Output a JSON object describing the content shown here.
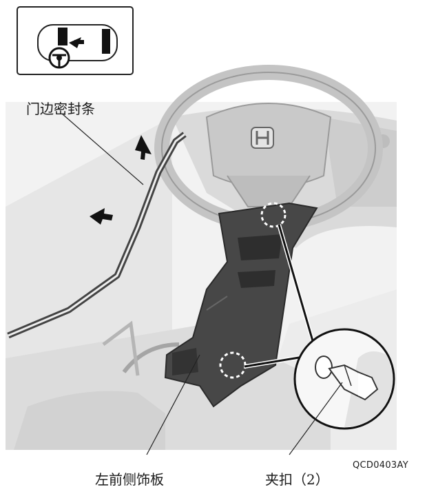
{
  "labels": {
    "door_seal": "门边密封条",
    "left_front_side_trim": "左前侧饰板",
    "clip": "夹扣（2）",
    "figure_code": "QCD0403AY"
  },
  "icons": [
    "vehicle-location-icon",
    "steering-wheel-icon",
    "honda-logo-icon",
    "direction-arrow-icon",
    "clip-detail-icon"
  ]
}
